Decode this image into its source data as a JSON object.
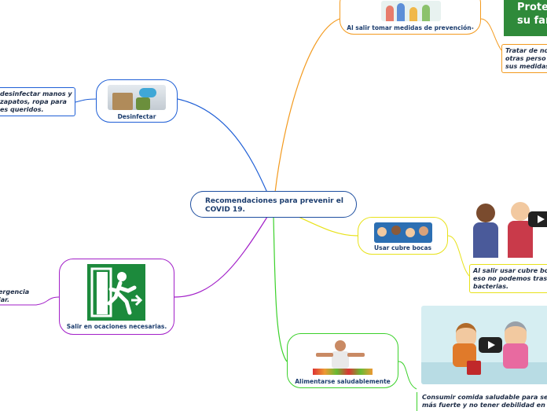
{
  "central": {
    "title": "Recomendaciones para prevenir el COVID 19."
  },
  "topics": [
    {
      "id": "desinfectar",
      "label": "Desinfectar",
      "color": "#1f5fd6",
      "note_lines": [
        "desinfectar manos y",
        "zapatos, ropa para",
        "es queridos."
      ]
    },
    {
      "id": "salir",
      "label": "Al salir tomar medidas de prevención-",
      "color": "#f39a1e",
      "note_lines": [
        "Tratar de no",
        "otras perso",
        "sus medidas"
      ],
      "banner_lines": [
        "Prote",
        "su fan"
      ]
    },
    {
      "id": "cubrebocas",
      "label": "Usar cubre bocas",
      "color": "#e8e21a",
      "note_lines": [
        "Al salir usar cubre bo",
        "eso no podemos tras",
        "bacterias."
      ]
    },
    {
      "id": "ocasiones",
      "label": "Salir en ocaciones necesarias.",
      "color": "#a21fc8",
      "note_lines": [
        "ergencia",
        "jar."
      ]
    },
    {
      "id": "alimentarse",
      "label": "Alimentarse saludablemente",
      "color": "#3bd12a",
      "note_lines": [
        "Consumir comida saludable para se",
        "más fuerte y no tener debilidad en t"
      ]
    }
  ]
}
